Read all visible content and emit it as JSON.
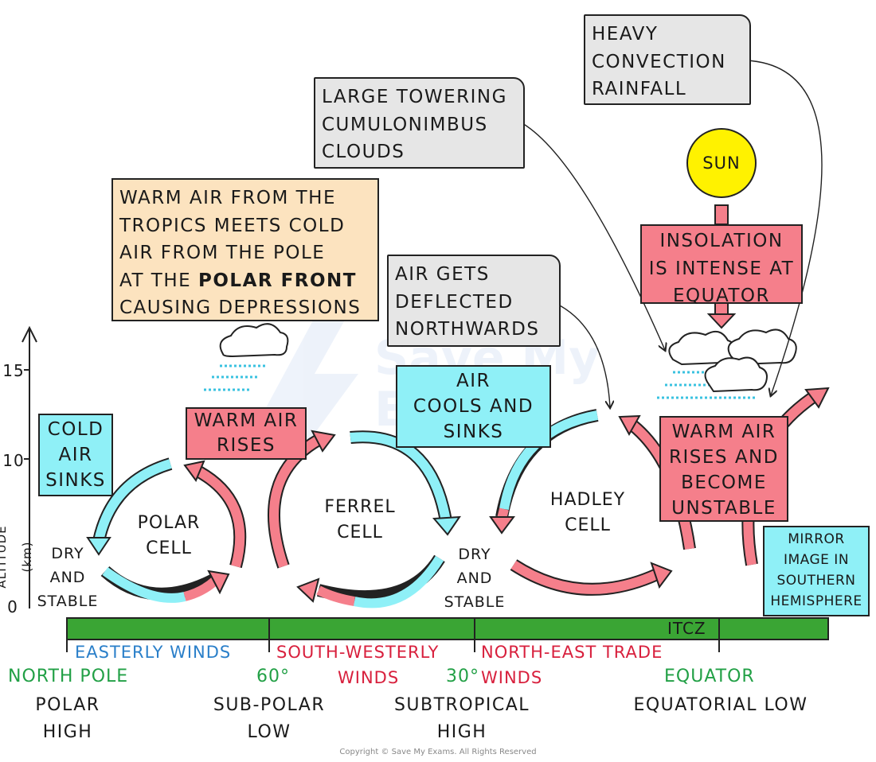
{
  "axis": {
    "label": "ALTITUDE (km)",
    "ticks": [
      "0",
      "10",
      "15"
    ]
  },
  "cells": {
    "polar": "POLAR\nCELL",
    "ferrel": "FERREL\nCELL",
    "hadley": "HADLEY\nCELL"
  },
  "surface_labels": {
    "dry_stable_left": "DRY\nAND\nSTABLE",
    "dry_stable_mid": "DRY\nAND\nSTABLE"
  },
  "boxes": {
    "cumulonimbus": "LARGE TOWERING\nCUMULONIMBUS\nCLOUDS",
    "heavy_rain": "HEAVY\nCONVECTION\nRAINFALL",
    "polar_front_pre": "WARM AIR FROM THE\nTROPICS MEETS COLD\nAIR FROM THE POLE\nAT THE ",
    "polar_front_bold": "POLAR FRONT",
    "polar_front_post": "\nCAUSING DEPRESSIONS",
    "deflected": "AIR GETS\nDEFLECTED\nNORTHWARDS",
    "insolation": "INSOLATION\nIS INTENSE AT\nEQUATOR",
    "sun": "SUN",
    "cold_air_sinks": "COLD\nAIR\nSINKS",
    "warm_air_rises": "WARM AIR\nRISES",
    "air_cools_sinks": "AIR\nCOOLS AND\nSINKS",
    "warm_unstable": "WARM AIR\nRISES AND\nBECOME\nUNSTABLE",
    "mirror": "MIRROR\nIMAGE IN\nSOUTHERN\nHEMISPHERE"
  },
  "bar": {
    "itcz": "ITCZ"
  },
  "winds": {
    "easterly": "EASTERLY WINDS",
    "south_westerly_1": "SOUTH-WESTERLY",
    "south_westerly_2": "WINDS",
    "ne_trade_1": "NORTH-EAST TRADE",
    "ne_trade_2": "WINDS"
  },
  "latitudes": {
    "north_pole": "NORTH POLE",
    "sixty": "60°",
    "thirty": "30°",
    "equator": "EQUATOR"
  },
  "pressure": {
    "polar_high": "POLAR\nHIGH",
    "sub_polar_low": "SUB-POLAR\nLOW",
    "subtropical_high": "SUBTROPICAL\nHIGH",
    "equatorial_low": "EQUATORIAL LOW"
  },
  "watermark": "Save My Exams",
  "copyright": "Copyright © Save My Exams. All Rights Reserved",
  "colors": {
    "cold": "#8ff0f7",
    "warm": "#f57f8b",
    "bar": "#3aa534",
    "gray_box": "#e6e6e6",
    "tan_box": "#fce3bf",
    "sun": "#fff200"
  }
}
